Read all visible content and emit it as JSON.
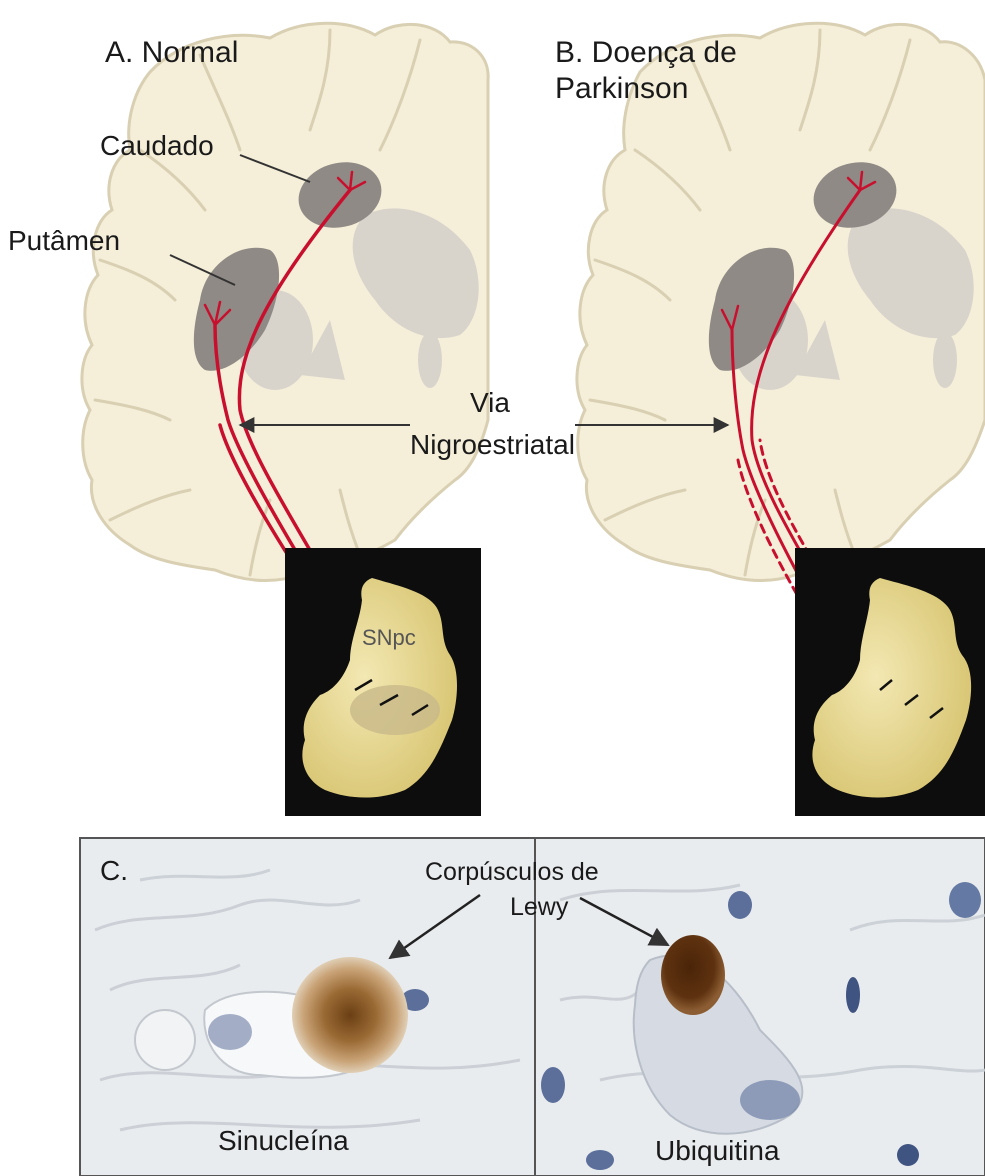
{
  "panels": {
    "a": {
      "title": "A. Normal"
    },
    "b": {
      "title_line1": "B. Doença de",
      "title_line2": "Parkinson"
    },
    "c": {
      "title": "C."
    }
  },
  "labels": {
    "caudate": "Caudado",
    "putamen": "Putâmen",
    "pathway_line1": "Via",
    "pathway_line2": "Nigroestriatal",
    "snpc": "SNpc",
    "lewy_line1": "Corpúsculos de",
    "lewy_line2": "Lewy",
    "synuclein": "Sinucleína",
    "ubiquitin": "Ubiquitina"
  },
  "colors": {
    "brain": "#f5efd9",
    "brain_outline": "#d9cfb2",
    "nucleus": "#8f8a85",
    "ventricle": "#d8d4cc",
    "fiber": "#c8102e",
    "midbrain": "#e9dc98",
    "histology_bg": "#e9ecef"
  }
}
